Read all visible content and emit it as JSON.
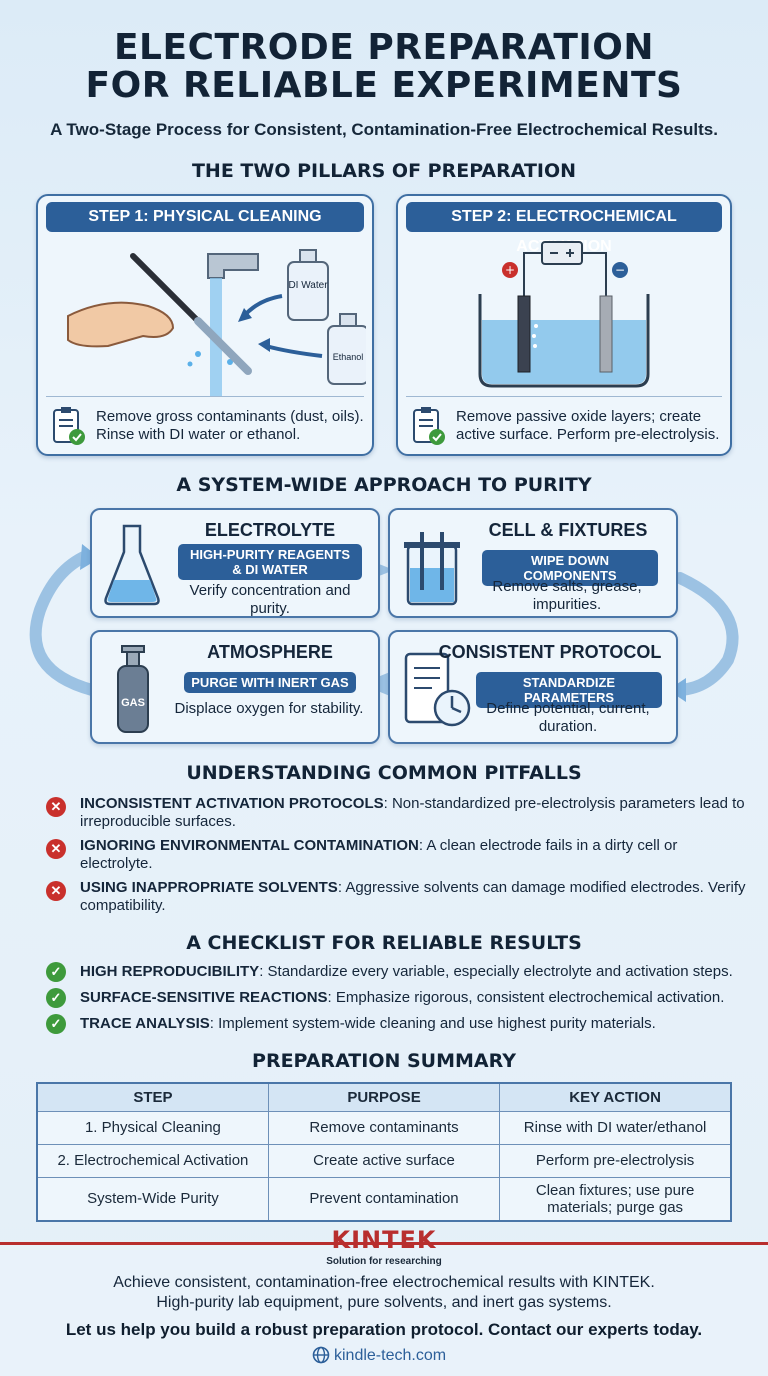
{
  "title_line1": "ELECTRODE PREPARATION",
  "title_line2": "FOR RELIABLE EXPERIMENTS",
  "subtitle": "A Two-Stage Process for Consistent, Contamination-Free Electrochemical Results.",
  "pillars": {
    "heading": "THE TWO PILLARS OF PREPARATION",
    "step1": {
      "title": "STEP 1: PHYSICAL CLEANING",
      "bottle1": "DI Water",
      "bottle2": "Ethanol",
      "text": "Remove gross contaminants (dust, oils). Rinse with DI water or ethanol."
    },
    "step2": {
      "title": "STEP 2: ELECTROCHEMICAL ACTIVATION",
      "text": "Remove passive oxide layers; create active surface. Perform pre-electrolysis."
    }
  },
  "system": {
    "heading": "A SYSTEM-WIDE APPROACH TO PURITY",
    "electrolyte": {
      "title": "ELECTROLYTE",
      "badge": "HIGH-PURITY REAGENTS & DI WATER",
      "desc": "Verify concentration and purity."
    },
    "cell": {
      "title": "CELL & FIXTURES",
      "badge": "WIPE DOWN COMPONENTS",
      "desc": "Remove salts, grease, impurities."
    },
    "atmosphere": {
      "title": "ATMOSPHERE",
      "badge": "PURGE WITH INERT GAS",
      "desc": "Displace oxygen for stability.",
      "tank_label": "GAS"
    },
    "protocol": {
      "title": "CONSISTENT PROTOCOL",
      "badge": "STANDARDIZE PARAMETERS",
      "desc": "Define potential, current, duration."
    }
  },
  "pitfalls": {
    "heading": "UNDERSTANDING COMMON PITFALLS",
    "items": [
      {
        "bold": "INCONSISTENT ACTIVATION PROTOCOLS",
        "text": ": Non-standardized pre-electrolysis parameters lead to irreproducible surfaces."
      },
      {
        "bold": "IGNORING ENVIRONMENTAL CONTAMINATION",
        "text": ": A clean electrode fails in a dirty cell or electrolyte."
      },
      {
        "bold": "USING INAPPROPRIATE SOLVENTS",
        "text": ": Aggressive solvents can damage modified electrodes. Verify compatibility."
      }
    ]
  },
  "checklist": {
    "heading": "A CHECKLIST FOR RELIABLE RESULTS",
    "items": [
      {
        "bold": "HIGH REPRODUCIBILITY",
        "text": ": Standardize every variable, especially electrolyte and activation steps."
      },
      {
        "bold": "SURFACE-SENSITIVE REACTIONS",
        "text": ": Emphasize rigorous, consistent electrochemical activation."
      },
      {
        "bold": "TRACE ANALYSIS",
        "text": ": Implement system-wide cleaning and use highest purity materials."
      }
    ]
  },
  "summary": {
    "heading": "PREPARATION SUMMARY",
    "headers": [
      "STEP",
      "PURPOSE",
      "KEY ACTION"
    ],
    "rows": [
      [
        "1. Physical Cleaning",
        "Remove contaminants",
        "Rinse with DI water/ethanol"
      ],
      [
        "2. Electrochemical Activation",
        "Create active surface",
        "Perform pre-electrolysis"
      ],
      [
        "System-Wide Purity",
        "Prevent contamination",
        "Clean fixtures; use pure materials; purge gas"
      ]
    ]
  },
  "footer": {
    "brand": "KINTEK",
    "tagline": "Solution for researching",
    "line1": "Achieve consistent, contamination-free electrochemical results with KINTEK.",
    "line2": "High-purity lab equipment, pure solvents, and inert gas systems.",
    "cta": "Let us help you build a robust preparation protocol. Contact our experts today.",
    "url": "kindle-tech.com"
  },
  "colors": {
    "navy": "#2c5f99",
    "red": "#c9302c",
    "green": "#3e9a3c",
    "brand_red": "#b82e2e"
  }
}
